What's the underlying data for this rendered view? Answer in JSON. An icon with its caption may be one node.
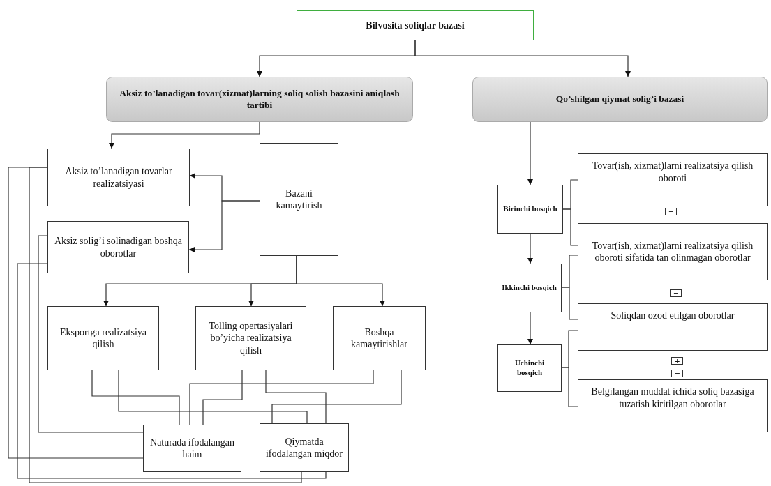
{
  "diagram": {
    "nodes": [
      {
        "text": [
          "Bilvosita soliqlar bazasi"
        ]
      },
      {
        "text": [
          "Aksiz to’lanadigan tovar(xizmat)larning soliq solish bazasini aniqlash tartibi"
        ]
      },
      {
        "text": [
          "Qo’shilgan qiymat solig’i bazasi"
        ]
      },
      {
        "text": [
          "Aksiz to’lanadigan tovarlar realizatsiyasi"
        ]
      },
      {
        "text": [
          "Bazani kamaytirish"
        ]
      },
      {
        "text": [
          "Aksiz solig’i solinadigan boshqa oborotlar"
        ]
      },
      {
        "text": [
          "Eksportga realizatsiya qilish"
        ]
      },
      {
        "text": [
          "Tolling opertasiyalari bo’yicha realizatsiya qilish"
        ]
      },
      {
        "text": [
          "Boshqa kamaytirishlar"
        ]
      },
      {
        "text": [
          "Naturada ifodalangan haim"
        ]
      },
      {
        "text": [
          "Qiymatda ifodalangan miqdor"
        ]
      },
      {
        "text": [
          "Birinchi bosqich"
        ]
      },
      {
        "text": [
          "Tovar(ish, xizmat)larni realizatsiya qilish oboroti"
        ]
      },
      {
        "text": [
          "Ikkinchi bosqich"
        ]
      },
      {
        "text": [
          "Tovar(ish, xizmat)larni realizatsiya qilish oboroti sifatida tan olinmagan oborotlar"
        ]
      },
      {
        "text": [
          "Soliqdan ozod etilgan oborotlar"
        ]
      },
      {
        "text": [
          "Uchinchi bosqich"
        ]
      },
      {
        "text": [
          "Belgilangan muddat ichida soliq bazasiga tuzatish kiritilgan oborotlar"
        ]
      }
    ],
    "edges": [
      {
        "from": 0,
        "to": 1,
        "arrow": "to"
      },
      {
        "from": 0,
        "to": 2,
        "arrow": "to"
      },
      {
        "from": 1,
        "to": 3,
        "arrow": "to"
      },
      {
        "from": 4,
        "to": 3,
        "arrow": "to"
      },
      {
        "from": 4,
        "to": 5,
        "arrow": "to"
      },
      {
        "from": 4,
        "to": 6,
        "arrow": "to"
      },
      {
        "from": 4,
        "to": 7,
        "arrow": "to"
      },
      {
        "from": 4,
        "to": 8,
        "arrow": "to"
      },
      {
        "from": 3,
        "to": 9,
        "arrow": "none"
      },
      {
        "from": 3,
        "to": 10,
        "arrow": "none"
      },
      {
        "from": 5,
        "to": 9,
        "arrow": "none"
      },
      {
        "from": 5,
        "to": 10,
        "arrow": "none"
      },
      {
        "from": 6,
        "to": 9,
        "arrow": "none"
      },
      {
        "from": 6,
        "to": 10,
        "arrow": "none"
      },
      {
        "from": 7,
        "to": 9,
        "arrow": "none"
      },
      {
        "from": 7,
        "to": 10,
        "arrow": "none"
      },
      {
        "from": 8,
        "to": 9,
        "arrow": "none"
      },
      {
        "from": 8,
        "to": 10,
        "arrow": "none"
      },
      {
        "from": 2,
        "to": 11,
        "arrow": "to"
      },
      {
        "from": 11,
        "to": 13,
        "arrow": "to"
      },
      {
        "from": 13,
        "to": 16,
        "arrow": "to"
      },
      {
        "from": 11,
        "to": 12,
        "arrow": "none"
      },
      {
        "from": 11,
        "to": 14,
        "arrow": "none"
      },
      {
        "from": 13,
        "to": 14,
        "arrow": "none"
      },
      {
        "from": 13,
        "to": 15,
        "arrow": "none"
      },
      {
        "from": 16,
        "to": 15,
        "arrow": "none"
      },
      {
        "from": 16,
        "to": 17,
        "arrow": "none"
      }
    ],
    "labels": [
      "−",
      "−",
      "+",
      "−"
    ]
  }
}
